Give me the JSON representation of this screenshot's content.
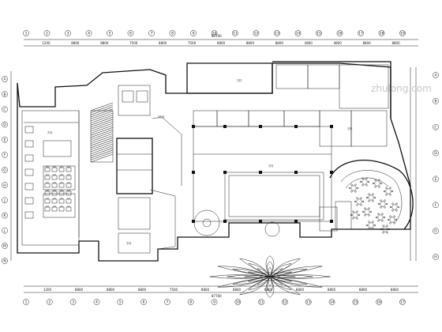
{
  "drawing": {
    "top_grid_labels": [
      "1",
      "2",
      "3",
      "4",
      "5",
      "6",
      "7",
      "8",
      "9",
      "10",
      "11",
      "12",
      "13",
      "14",
      "15",
      "16",
      "17",
      "18",
      "19"
    ],
    "bottom_grid_labels": [
      "1",
      "2",
      "3",
      "4",
      "5",
      "6",
      "7",
      "8",
      "9",
      "10",
      "11",
      "12",
      "13",
      "14",
      "15",
      "16",
      "17"
    ],
    "left_grid_labels": [
      "A",
      "B",
      "C",
      "D",
      "E",
      "F",
      "G",
      "H",
      "J",
      "K",
      "L",
      "M",
      "N"
    ],
    "right_grid_labels": [
      "A",
      "B",
      "C",
      "D",
      "E",
      "F",
      "G",
      "H"
    ],
    "top_dims": [
      "1200",
      "8800",
      "8800",
      "7500",
      "8800",
      "7500",
      "8800",
      "8800",
      "8800",
      "4800",
      "4800",
      "8800",
      "8800"
    ],
    "bottom_dims": [
      "1200",
      "8800",
      "8800",
      "8800",
      "7500",
      "8800",
      "8800",
      "8800",
      "8800",
      "8800",
      "8800",
      "8800"
    ],
    "overall_dim": "87700",
    "room_tags": [
      "???",
      "????",
      "???",
      "???",
      "???",
      "???"
    ],
    "watermark": {
      "brand": "zhulong.com"
    }
  },
  "colors": {
    "line": "#111111",
    "watermark": "#c8c8c8",
    "background": "#ffffff"
  }
}
